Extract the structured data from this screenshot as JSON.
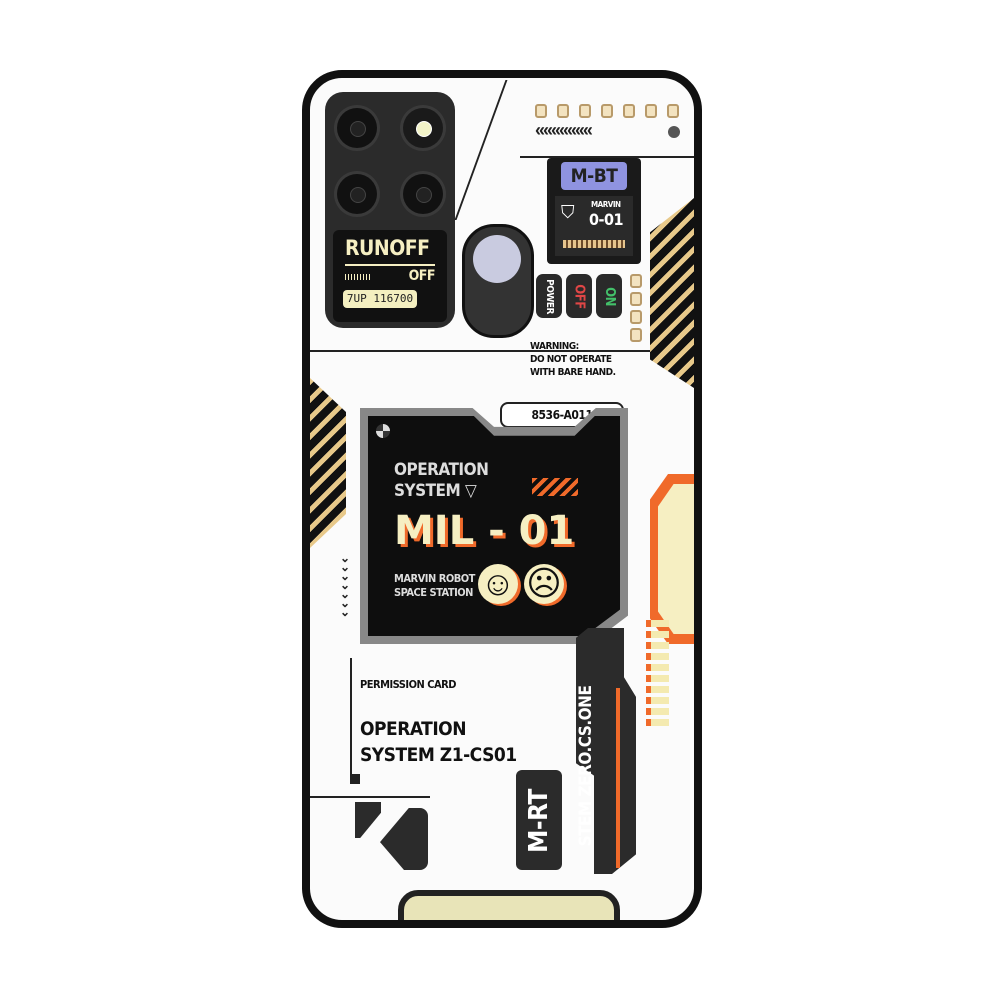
{
  "camera": {
    "runoff_label": "RUNOFF",
    "off_label": "OFF",
    "lcd_readout": "7UP 116700"
  },
  "mbt_card": {
    "title": "M-BT",
    "name": "MARVIN",
    "code": "0-01"
  },
  "switches": {
    "power": "POWER",
    "off": "OFF",
    "on": "ON"
  },
  "warning": {
    "line1": "WARNING:",
    "line2": "DO NOT OPERATE",
    "line3": "WITH BARE HAND."
  },
  "screen": {
    "serial": "8536-A011",
    "os_line1": "OPERATION",
    "os_line2": "SYSTEM",
    "model": "MIL - 01",
    "station_line1": "MARVIN ROBOT",
    "station_line2": "SPACE STATION",
    "smile": "☺",
    "frown": "☹"
  },
  "permission": {
    "label": "PERMISSION CARD",
    "title_line1": "OPERATION",
    "title_line2": "SYSTEM Z1-CS01"
  },
  "strip": {
    "vertical_text": "STEM ZERO.CS.ONE"
  },
  "tag": {
    "text": "M-RT"
  },
  "colors": {
    "accent_orange": "#f06a2a",
    "cream": "#f6efc2",
    "blue": "#8f93e0",
    "dark": "#1a1a1a"
  }
}
